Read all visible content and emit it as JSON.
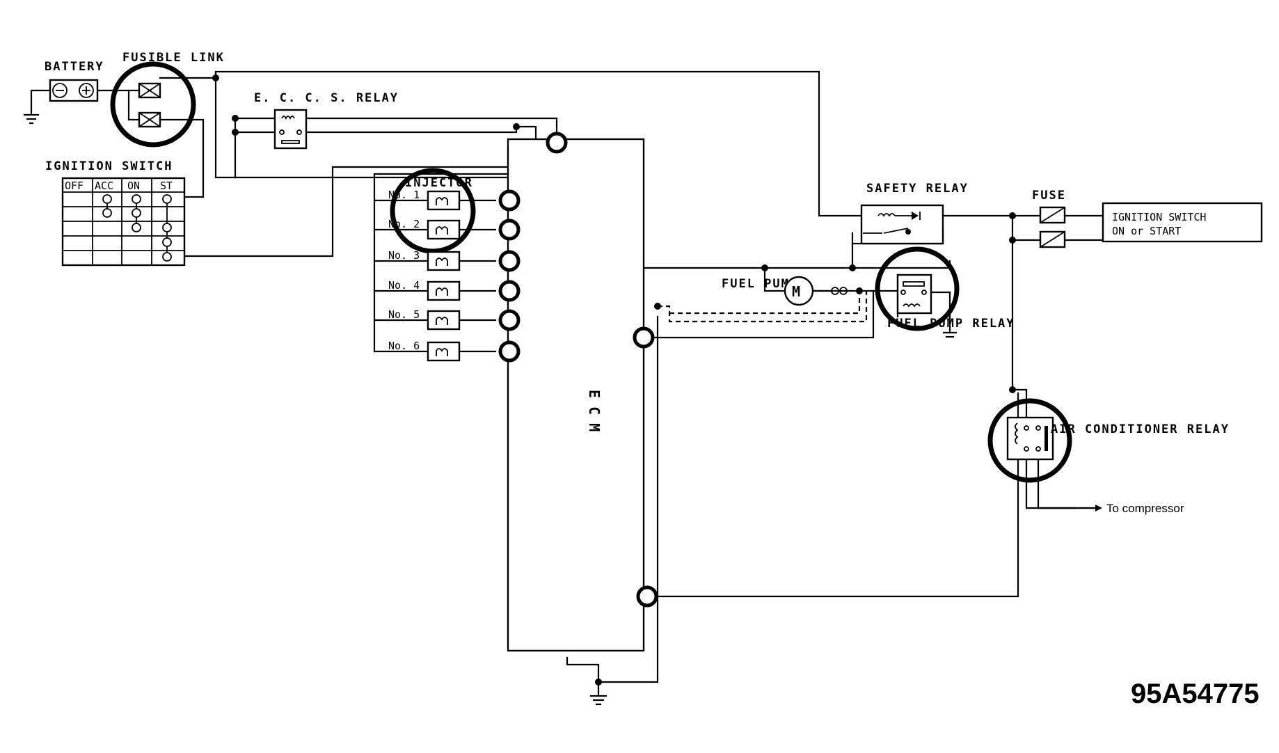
{
  "labels": {
    "battery": "BATTERY",
    "fusible_link": "FUSIBLE LINK",
    "eccs_relay": "E. C. C. S. RELAY",
    "ignition_switch": "IGNITION SWITCH",
    "ign_table_headers": [
      "OFF",
      "ACC",
      "ON",
      "ST"
    ],
    "injector": "INJECTOR",
    "injectors": [
      "No. 1",
      "No. 2",
      "No. 3",
      "No. 4",
      "No. 5",
      "No. 6"
    ],
    "ecm": "E C M",
    "safety_relay": "SAFETY RELAY",
    "fuse": "FUSE",
    "ign_switch_on_start_line1": "IGNITION SWITCH",
    "ign_switch_on_start_line2": "ON or START",
    "fuel_pump": "FUEL PUMP",
    "motor_symbol": "M",
    "fuel_pump_relay": "FUEL PUMP RELAY",
    "air_conditioner_relay": "AIR CONDITIONER RELAY",
    "to_compressor": "To compressor",
    "figure_ref": "95A54775"
  }
}
